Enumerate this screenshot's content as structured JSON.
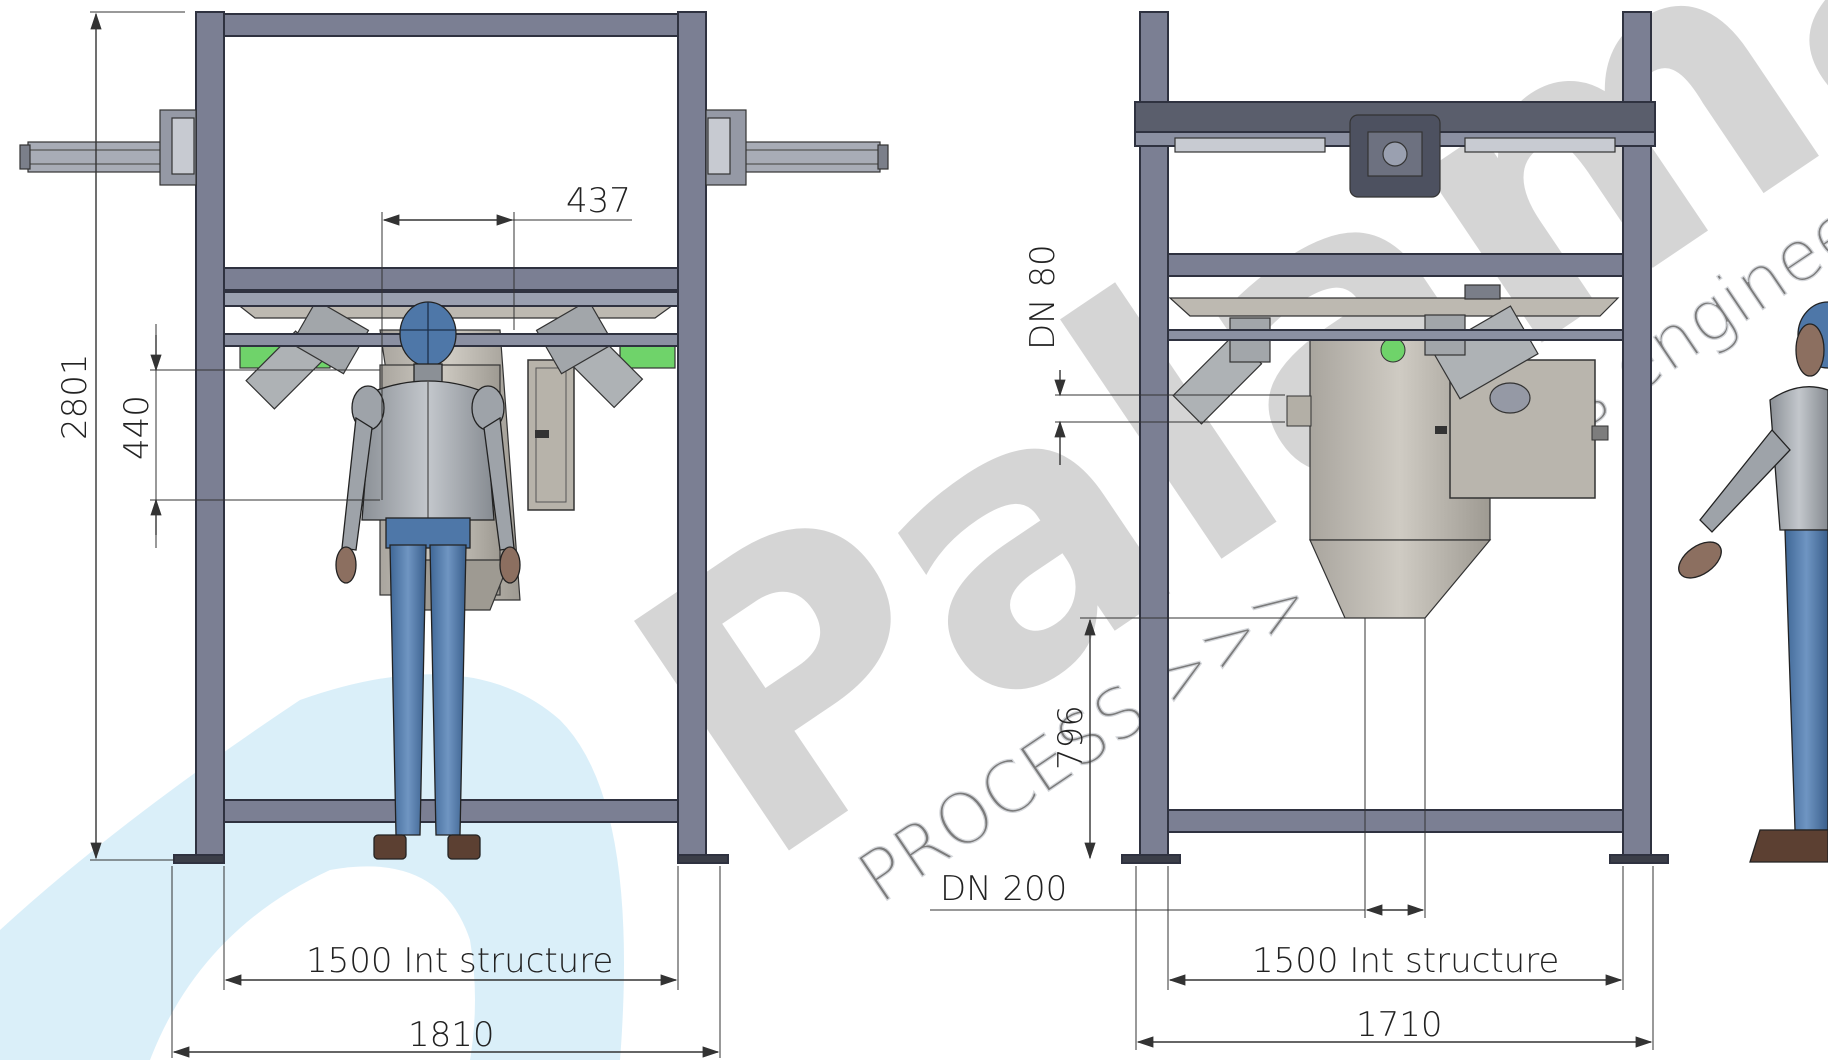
{
  "watermark": {
    "brand": "Palamatic",
    "tagline": "PROCESS >>> machines engineering",
    "color": "#28a6e3"
  },
  "left_view": {
    "dim_437": "437",
    "dim_2801": "2801",
    "dim_440": "440",
    "dim_internal": "1500 Int structure",
    "dim_overall": "1810"
  },
  "right_view": {
    "dim_dn80": "DN 80",
    "dim_796": "796",
    "dim_dn200": "DN  200",
    "dim_internal": "1500 Int structure",
    "dim_overall": "1710"
  },
  "colors": {
    "frame": "#7b7f93",
    "frame_dark": "#4d5160",
    "steel": "#b9b5ad",
    "motor_green": "#6fd36a",
    "figure_shirt": "#9ea3a9",
    "figure_jeans": "#4e77a8",
    "dim_line": "#333333"
  }
}
